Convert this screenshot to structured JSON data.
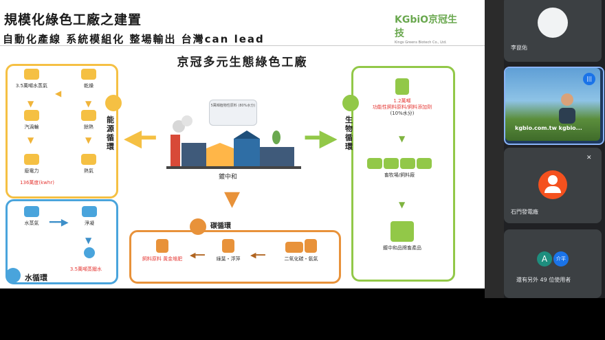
{
  "slide": {
    "title": "規模化綠色工廠之建置",
    "subtitle": "自動化產線 系統模組化 整場輸出 台灣can lead",
    "logo_main": "KGbiO京冠生技",
    "logo_sub": "Kings Greens Biotech Co., Ltd.",
    "center_title": "京冠多元生態綠色工廠",
    "energy": {
      "label": "能源循環",
      "nodes": [
        "3.5萬噸水蒸氣",
        "汽渦輪",
        "廢電力",
        "乾燥",
        "餘熱",
        "熱氣"
      ],
      "power_value": "136萬度(kwhr)"
    },
    "water": {
      "label": "水循環",
      "nodes": [
        "水蒸氣",
        "淨凝"
      ],
      "output": "3.5萬噸蒸餾水"
    },
    "factory": {
      "bubble": "5萬噸植物性原料 (80%水分)",
      "label": "鍍中和"
    },
    "bio": {
      "label": "生物循環",
      "top_value": "1.2萬噸",
      "top_text": "功能性飼料原料/飼料添加劑",
      "top_note": "(10%水分)",
      "farm": "畜牧場/飼料廠",
      "product": "鍍中和品牌畜產品"
    },
    "carbon": {
      "label": "碳循環",
      "nodes": [
        "飼料原料 黃金堆肥",
        "綠葉・浮萍",
        "二氧化碳・氨氣"
      ]
    }
  },
  "participants": [
    {
      "name": "李崑佑",
      "type": "avatar"
    },
    {
      "name": "",
      "type": "video",
      "video_text": "kgbio.com.tw kgbio..."
    },
    {
      "name": "石門發電廠",
      "type": "avatar",
      "initial": ""
    },
    {
      "name": "還有另外 49 位使用者",
      "type": "more",
      "initials": [
        "A",
        "介平"
      ]
    }
  ],
  "colors": {
    "energy": "#f5c043",
    "water": "#49a4dc",
    "bio": "#92c848",
    "carbon": "#e8923a",
    "panel_bg": "#202124"
  }
}
